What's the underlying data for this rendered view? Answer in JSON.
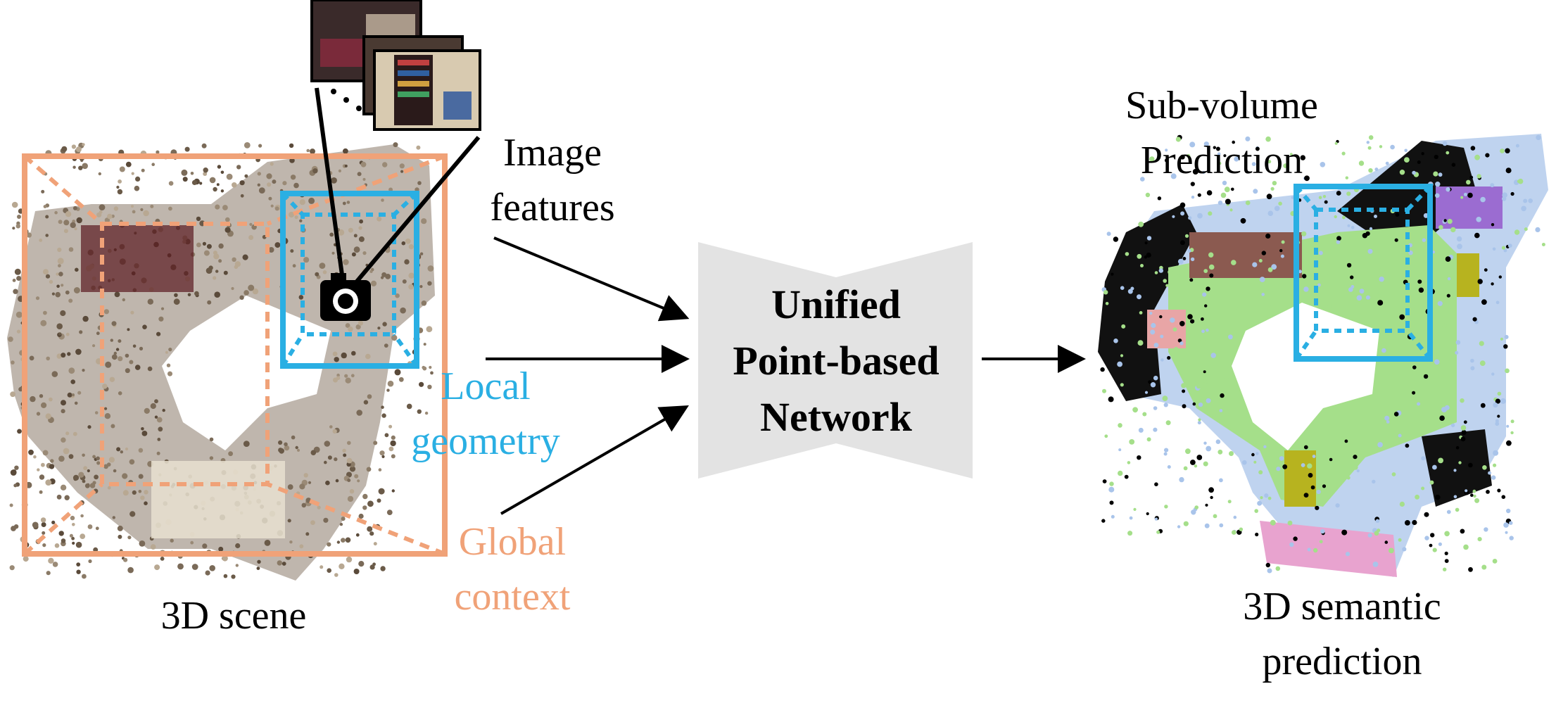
{
  "labels": {
    "image_features": [
      "Image",
      "features"
    ],
    "local_geometry": [
      "Local",
      "geometry"
    ],
    "global_context": [
      "Global",
      "context"
    ],
    "network": [
      "Unified",
      "Point-based",
      "Network"
    ],
    "scene": "3D scene",
    "sub_volume": [
      "Sub-volume",
      "Prediction"
    ],
    "semantic": [
      "3D semantic",
      "prediction"
    ]
  },
  "colors": {
    "global_context": "#f0a278",
    "local_geometry": "#2aafe3",
    "network_fill": "#e3e3e3",
    "arrow": "#000000",
    "floor": "#a5df8a",
    "wall": "#a9c4ea",
    "unlabeled": "#000000",
    "bed": "#8b5a50",
    "chair": "#b7b31f",
    "table": "#e8a5a6",
    "sofa": "#e8a3cf",
    "shelf": "#9b6cd1"
  }
}
